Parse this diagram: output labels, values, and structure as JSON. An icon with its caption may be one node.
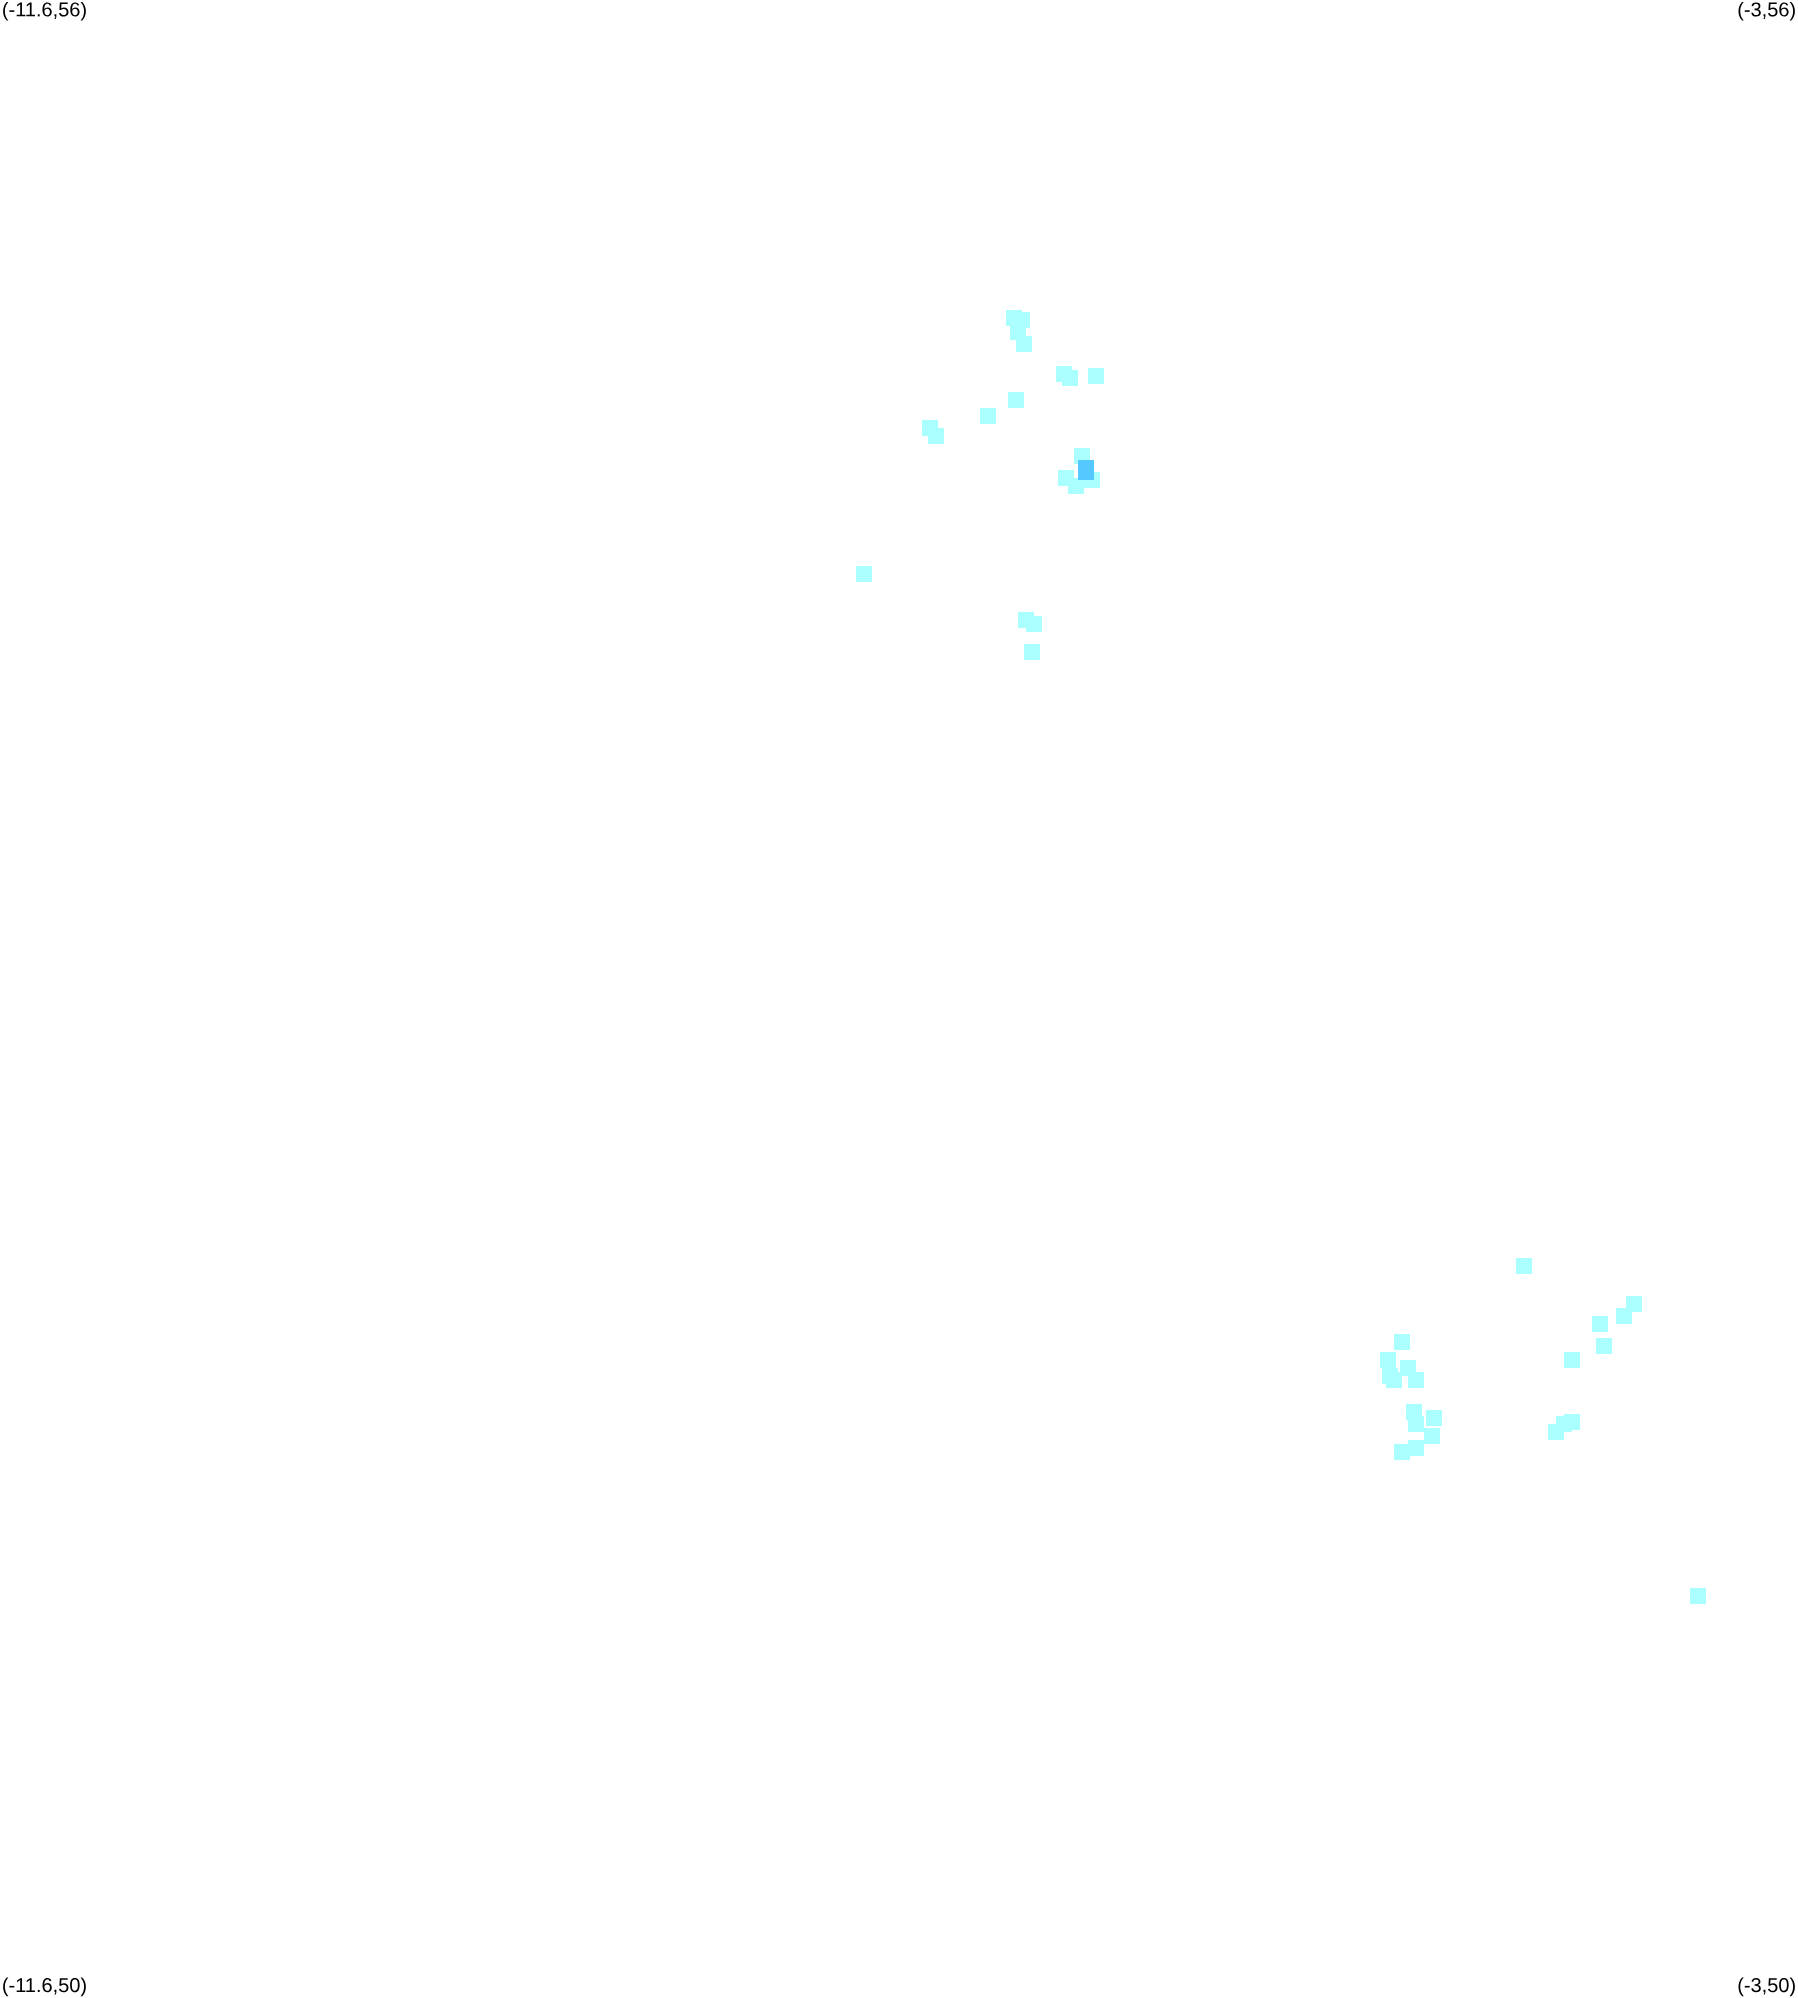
{
  "diagram": {
    "labels": [
      "(-11.6,56)",
      "(-3,56)",
      "(-11.6,50)",
      "(-3,50)"
    ]
  }
}
